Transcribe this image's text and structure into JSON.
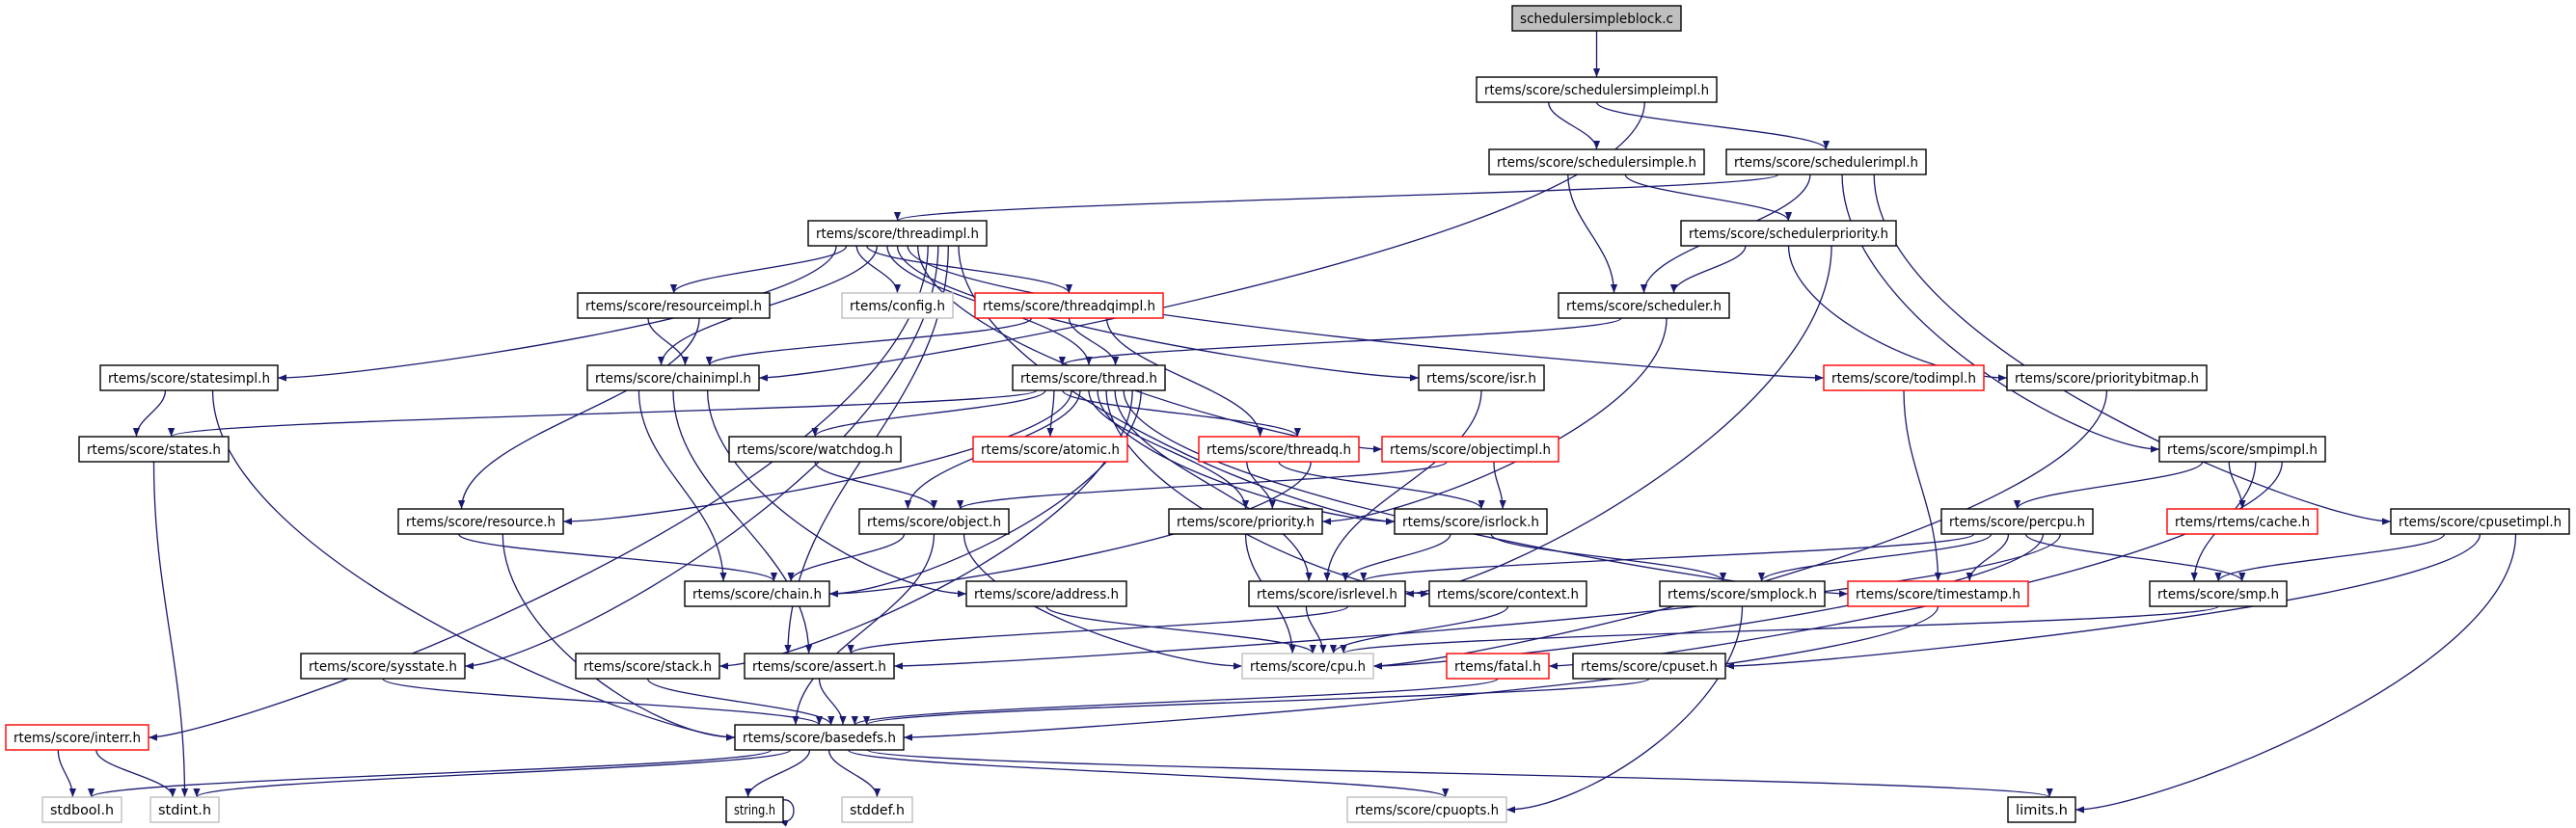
{
  "graph": {
    "edge_color": "#191970",
    "styles": {
      "root": {
        "fill": "#bfbfbf",
        "stroke": "#000000"
      },
      "normal": {
        "fill": "#ffffff",
        "stroke": "#000000"
      },
      "red": {
        "fill": "#ffffff",
        "stroke": "#ff0000"
      },
      "grey": {
        "fill": "#ffffff",
        "stroke": "#bfbfbf"
      }
    },
    "nodes": [
      {
        "id": "root",
        "label": "schedulersimpleblock.c",
        "style": "root"
      },
      {
        "id": "simpleimpl",
        "label": "rtems/score/schedulersimpleimpl.h",
        "style": "normal"
      },
      {
        "id": "simple",
        "label": "rtems/score/schedulersimple.h",
        "style": "normal"
      },
      {
        "id": "schedimpl",
        "label": "rtems/score/schedulerimpl.h",
        "style": "normal"
      },
      {
        "id": "schedprio",
        "label": "rtems/score/schedulerpriority.h",
        "style": "normal"
      },
      {
        "id": "threadimpl",
        "label": "rtems/score/threadimpl.h",
        "style": "normal"
      },
      {
        "id": "scheduler",
        "label": "rtems/score/scheduler.h",
        "style": "normal"
      },
      {
        "id": "resourceimpl",
        "label": "rtems/score/resourceimpl.h",
        "style": "normal"
      },
      {
        "id": "config",
        "label": "rtems/config.h",
        "style": "grey"
      },
      {
        "id": "threadqimpl",
        "label": "rtems/score/threadqimpl.h",
        "style": "red"
      },
      {
        "id": "isr",
        "label": "rtems/score/isr.h",
        "style": "normal"
      },
      {
        "id": "todimpl",
        "label": "rtems/score/todimpl.h",
        "style": "red"
      },
      {
        "id": "prioritybitmap",
        "label": "rtems/score/prioritybitmap.h",
        "style": "normal"
      },
      {
        "id": "statesimpl",
        "label": "rtems/score/statesimpl.h",
        "style": "normal"
      },
      {
        "id": "chainimpl",
        "label": "rtems/score/chainimpl.h",
        "style": "normal"
      },
      {
        "id": "thread",
        "label": "rtems/score/thread.h",
        "style": "normal"
      },
      {
        "id": "states",
        "label": "rtems/score/states.h",
        "style": "normal"
      },
      {
        "id": "watchdog",
        "label": "rtems/score/watchdog.h",
        "style": "normal"
      },
      {
        "id": "atomic",
        "label": "rtems/score/atomic.h",
        "style": "red"
      },
      {
        "id": "threadq",
        "label": "rtems/score/threadq.h",
        "style": "red"
      },
      {
        "id": "objectimpl",
        "label": "rtems/score/objectimpl.h",
        "style": "red"
      },
      {
        "id": "smpimpl",
        "label": "rtems/score/smpimpl.h",
        "style": "normal"
      },
      {
        "id": "resource",
        "label": "rtems/score/resource.h",
        "style": "normal"
      },
      {
        "id": "object",
        "label": "rtems/score/object.h",
        "style": "normal"
      },
      {
        "id": "priority",
        "label": "rtems/score/priority.h",
        "style": "normal"
      },
      {
        "id": "isrlock",
        "label": "rtems/score/isrlock.h",
        "style": "normal"
      },
      {
        "id": "percpu",
        "label": "rtems/score/percpu.h",
        "style": "normal"
      },
      {
        "id": "cache",
        "label": "rtems/rtems/cache.h",
        "style": "red"
      },
      {
        "id": "cpusetimpl",
        "label": "rtems/score/cpusetimpl.h",
        "style": "normal"
      },
      {
        "id": "chain",
        "label": "rtems/score/chain.h",
        "style": "normal"
      },
      {
        "id": "address",
        "label": "rtems/score/address.h",
        "style": "normal"
      },
      {
        "id": "isrlevel",
        "label": "rtems/score/isrlevel.h",
        "style": "normal"
      },
      {
        "id": "context",
        "label": "rtems/score/context.h",
        "style": "normal"
      },
      {
        "id": "smplock",
        "label": "rtems/score/smplock.h",
        "style": "normal"
      },
      {
        "id": "timestamp",
        "label": "rtems/score/timestamp.h",
        "style": "red"
      },
      {
        "id": "smp",
        "label": "rtems/score/smp.h",
        "style": "normal"
      },
      {
        "id": "sysstate",
        "label": "rtems/score/sysstate.h",
        "style": "normal"
      },
      {
        "id": "stack",
        "label": "rtems/score/stack.h",
        "style": "normal"
      },
      {
        "id": "assert",
        "label": "rtems/score/assert.h",
        "style": "normal"
      },
      {
        "id": "cpu",
        "label": "rtems/score/cpu.h",
        "style": "grey"
      },
      {
        "id": "fatal",
        "label": "rtems/fatal.h",
        "style": "red"
      },
      {
        "id": "cpuset",
        "label": "rtems/score/cpuset.h",
        "style": "normal"
      },
      {
        "id": "interr",
        "label": "rtems/score/interr.h",
        "style": "red"
      },
      {
        "id": "basedefs",
        "label": "rtems/score/basedefs.h",
        "style": "normal"
      },
      {
        "id": "stdbool",
        "label": "stdbool.h",
        "style": "grey"
      },
      {
        "id": "stdint",
        "label": "stdint.h",
        "style": "grey"
      },
      {
        "id": "string",
        "label": "string.h",
        "style": "normal"
      },
      {
        "id": "stddef",
        "label": "stddef.h",
        "style": "grey"
      },
      {
        "id": "cpuopts",
        "label": "rtems/score/cpuopts.h",
        "style": "grey"
      },
      {
        "id": "limits",
        "label": "limits.h",
        "style": "normal"
      }
    ],
    "edges": [
      [
        "root",
        "simpleimpl"
      ],
      [
        "simpleimpl",
        "simple"
      ],
      [
        "simpleimpl",
        "schedimpl"
      ],
      [
        "simpleimpl",
        "chainimpl"
      ],
      [
        "simple",
        "scheduler"
      ],
      [
        "simple",
        "schedprio"
      ],
      [
        "schedimpl",
        "threadimpl"
      ],
      [
        "schedimpl",
        "scheduler"
      ],
      [
        "schedimpl",
        "smpimpl"
      ],
      [
        "schedimpl",
        "cpusetimpl"
      ],
      [
        "schedprio",
        "scheduler"
      ],
      [
        "schedprio",
        "prioritybitmap"
      ],
      [
        "schedprio",
        "isrlevel"
      ],
      [
        "scheduler",
        "thread"
      ],
      [
        "scheduler",
        "priority"
      ],
      [
        "threadimpl",
        "statesimpl"
      ],
      [
        "threadimpl",
        "resourceimpl"
      ],
      [
        "threadimpl",
        "config"
      ],
      [
        "threadimpl",
        "threadqimpl"
      ],
      [
        "threadimpl",
        "chainimpl"
      ],
      [
        "threadimpl",
        "thread"
      ],
      [
        "threadimpl",
        "isr"
      ],
      [
        "threadimpl",
        "todimpl"
      ],
      [
        "threadimpl",
        "objectimpl"
      ],
      [
        "threadimpl",
        "interr"
      ],
      [
        "threadimpl",
        "sysstate"
      ],
      [
        "threadimpl",
        "assert"
      ],
      [
        "threadimpl",
        "isrlock"
      ],
      [
        "resourceimpl",
        "chainimpl"
      ],
      [
        "resourceimpl",
        "resource"
      ],
      [
        "threadqimpl",
        "chainimpl"
      ],
      [
        "threadqimpl",
        "thread"
      ],
      [
        "threadqimpl",
        "threadq"
      ],
      [
        "statesimpl",
        "states"
      ],
      [
        "statesimpl",
        "basedefs"
      ],
      [
        "chainimpl",
        "chain"
      ],
      [
        "chainimpl",
        "assert"
      ],
      [
        "chainimpl",
        "address"
      ],
      [
        "thread",
        "states"
      ],
      [
        "thread",
        "watchdog"
      ],
      [
        "thread",
        "atomic"
      ],
      [
        "thread",
        "threadq"
      ],
      [
        "thread",
        "resource"
      ],
      [
        "thread",
        "object"
      ],
      [
        "thread",
        "priority"
      ],
      [
        "thread",
        "isrlock"
      ],
      [
        "thread",
        "context"
      ],
      [
        "thread",
        "isrlevel"
      ],
      [
        "thread",
        "timestamp"
      ],
      [
        "thread",
        "stack"
      ],
      [
        "thread",
        "chain"
      ],
      [
        "isr",
        "isrlevel"
      ],
      [
        "todimpl",
        "timestamp"
      ],
      [
        "prioritybitmap",
        "cpu"
      ],
      [
        "smpimpl",
        "percpu"
      ],
      [
        "smpimpl",
        "cache"
      ],
      [
        "smpimpl",
        "smp"
      ],
      [
        "smpimpl",
        "fatal"
      ],
      [
        "cpusetimpl",
        "smp"
      ],
      [
        "cpusetimpl",
        "cpuset"
      ],
      [
        "cpusetimpl",
        "limits"
      ],
      [
        "watchdog",
        "object"
      ],
      [
        "threadq",
        "priority"
      ],
      [
        "threadq",
        "isrlock"
      ],
      [
        "threadq",
        "chain"
      ],
      [
        "objectimpl",
        "object"
      ],
      [
        "objectimpl",
        "isrlock"
      ],
      [
        "resource",
        "chain"
      ],
      [
        "resource",
        "basedefs"
      ],
      [
        "object",
        "chain"
      ],
      [
        "object",
        "basedefs"
      ],
      [
        "object",
        "cpu"
      ],
      [
        "priority",
        "cpu"
      ],
      [
        "isrlock",
        "isrlevel"
      ],
      [
        "isrlock",
        "smplock"
      ],
      [
        "percpu",
        "isrlevel"
      ],
      [
        "percpu",
        "smplock"
      ],
      [
        "percpu",
        "timestamp"
      ],
      [
        "percpu",
        "smp"
      ],
      [
        "percpu",
        "cpu"
      ],
      [
        "percpu",
        "assert"
      ],
      [
        "address",
        "cpu"
      ],
      [
        "isrlevel",
        "cpu"
      ],
      [
        "isrlevel",
        "assert"
      ],
      [
        "context",
        "cpu"
      ],
      [
        "smplock",
        "cpuopts"
      ],
      [
        "timestamp",
        "basedefs"
      ],
      [
        "smp",
        "cpu"
      ],
      [
        "sysstate",
        "basedefs"
      ],
      [
        "stack",
        "basedefs"
      ],
      [
        "assert",
        "basedefs"
      ],
      [
        "fatal",
        "basedefs"
      ],
      [
        "cpuset",
        "basedefs"
      ],
      [
        "interr",
        "stdbool"
      ],
      [
        "interr",
        "stdint"
      ],
      [
        "states",
        "stdint"
      ],
      [
        "basedefs",
        "stdbool"
      ],
      [
        "basedefs",
        "stdint"
      ],
      [
        "basedefs",
        "string"
      ],
      [
        "basedefs",
        "stddef"
      ],
      [
        "basedefs",
        "cpuopts"
      ],
      [
        "basedefs",
        "limits"
      ],
      [
        "string",
        "string"
      ]
    ]
  }
}
